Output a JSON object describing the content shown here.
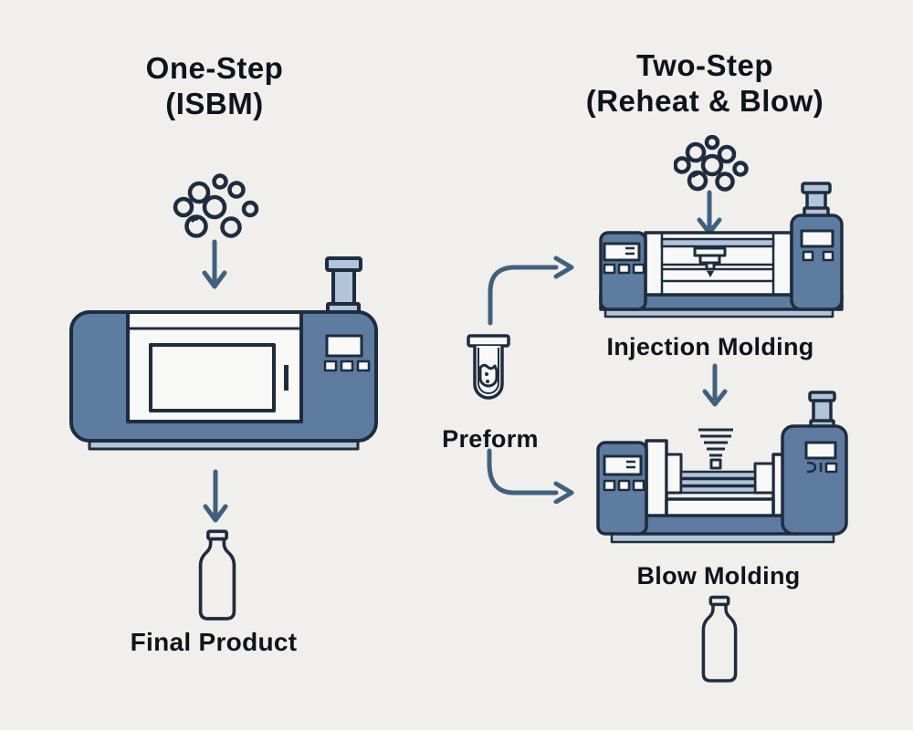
{
  "colors": {
    "background": "#f0efec",
    "outline": "#1e2c3f",
    "machine_body": "#5d7c9f",
    "machine_light": "#b2c4d9",
    "panel_white": "#f8f8f6",
    "arrow": "#40607f",
    "text": "#0e131d"
  },
  "left_process": {
    "title_line1": "One-Step",
    "title_line2": "(ISBM)",
    "final_product_label": "Final Product"
  },
  "right_process": {
    "title_line1": "Two-Step",
    "title_line2": "(Reheat & Blow)",
    "step1_label": "Injection Molding",
    "preform_label": "Preform",
    "step2_label": "Blow Molding"
  },
  "icons": {
    "pellets": "resin-pellets-icon",
    "isbm_machine": "isbm-machine-icon",
    "injection_machine": "injection-molding-machine-icon",
    "blow_machine": "blow-molding-machine-icon",
    "preform": "preform-test-tube-icon",
    "bottle": "bottle-icon",
    "down_arrow": "down-arrow-icon",
    "curved_arrow": "curved-arrow-icon"
  }
}
